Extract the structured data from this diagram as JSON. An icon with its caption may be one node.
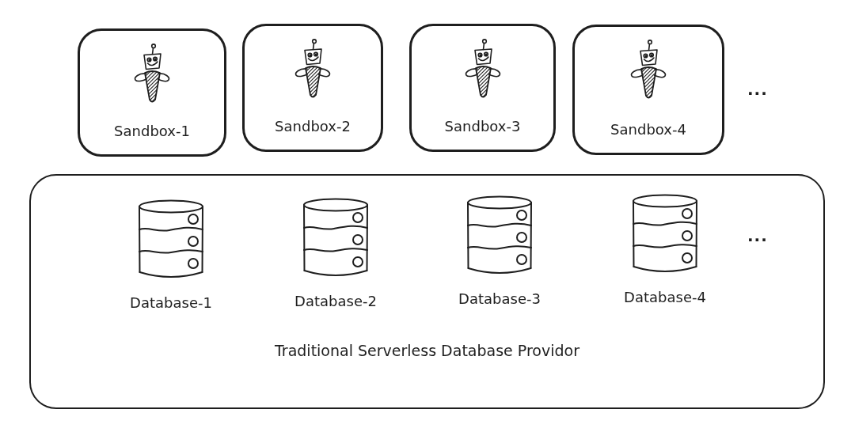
{
  "diagram": {
    "nodes": [
      {
        "text": [
          "Sandbox-1"
        ]
      },
      {
        "text": [
          "Sandbox-2"
        ]
      },
      {
        "text": [
          "Sandbox-3"
        ]
      },
      {
        "text": [
          "Sandbox-4"
        ]
      },
      {
        "text": [
          "Traditional Serverless Database Providor"
        ]
      },
      {
        "text": [
          "Database-1"
        ],
        "in": 4
      },
      {
        "text": [
          "Database-2"
        ],
        "in": 4
      },
      {
        "text": [
          "Database-3"
        ],
        "in": 4
      },
      {
        "text": [
          "Database-4"
        ],
        "in": 4
      }
    ],
    "labels": [
      "...",
      "..."
    ]
  }
}
